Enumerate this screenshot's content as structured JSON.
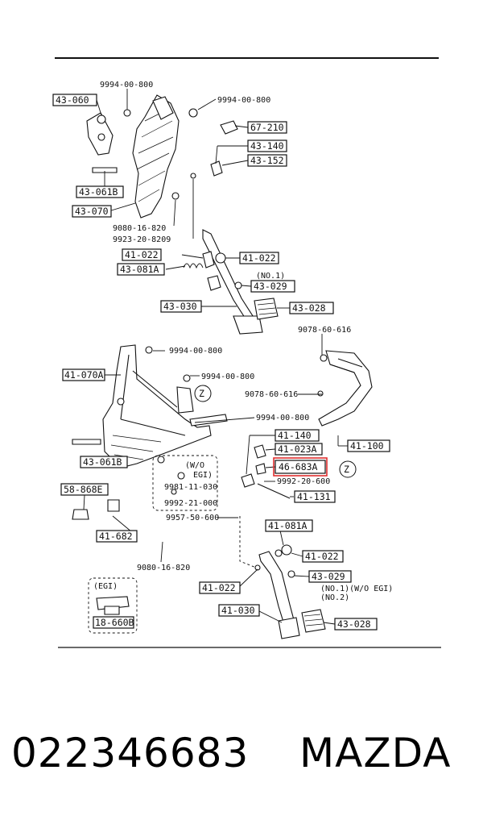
{
  "footer": {
    "part_number": "022346683",
    "brand": "MAZDA"
  },
  "highlight_color": "#e03030",
  "callouts": {
    "c43060": "43-060",
    "c9994_a": "9994-00-800",
    "c9994_b": "9994-00-800",
    "c67210": "67-210",
    "c43140": "43-140",
    "c43152": "43-152",
    "c43061b_top": "43-061B",
    "c43070": "43-070",
    "c9080_top": "9080-16-820",
    "c9923": "9923-20-8209",
    "c41022_l": "41-022",
    "c41022_r": "41-022",
    "c43081a": "43-081A",
    "c_no1": "(NO.1)",
    "c43029": "43-029",
    "c43030": "43-030",
    "c43028": "43-028",
    "c9078_a": "9078-60-616",
    "c9994_c": "9994-00-800",
    "c41070a": "41-070A",
    "c9994_d": "9994-00-800",
    "c9078_b": "9078-60-616",
    "c9994_e": "9994-00-800",
    "c41140": "41-140",
    "c41023a": "41-023A",
    "c46683a": "46-683A",
    "c41100": "41-100",
    "c43061b_bot": "43-061B",
    "c_wo": "(W/O",
    "c_egi": "EGI)",
    "c9981": "9981-11-030",
    "c9992_a": "9992-20-600",
    "c41131": "41-131",
    "c9992_b": "9992-21-000",
    "c58868e": "58-868E",
    "c9957": "9957-50-600",
    "c41682": "41-682",
    "c41081a": "41-081A",
    "c41022_b1": "41-022",
    "c9080_bot": "9080-16-820",
    "c_egi_box": "(EGI)",
    "c41022_b2": "41-022",
    "c43029_b": "43-029",
    "c_no1b": "(NO.1)(W/O EGI)",
    "c_no2": "(NO.2)",
    "c41030": "41-030",
    "c43028_b": "43-028",
    "c18660b": "18-660B",
    "z1": "Z",
    "z2": "Z"
  }
}
